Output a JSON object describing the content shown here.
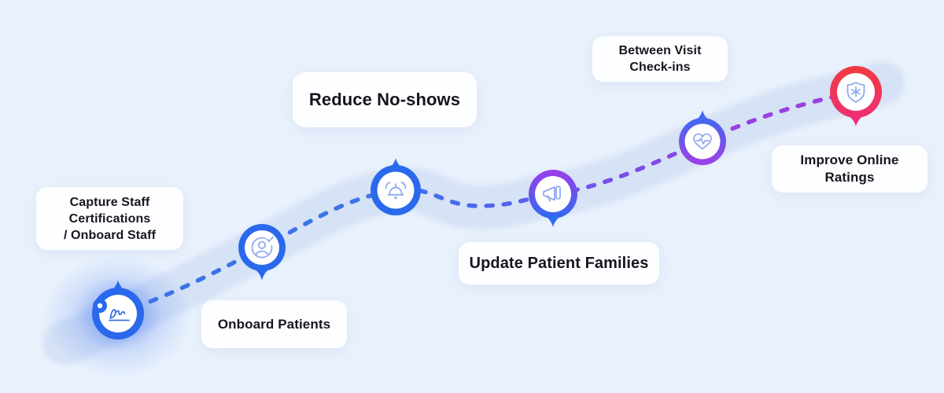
{
  "diagram_type": "patient-journey-roadmap",
  "colors": {
    "background": "#e9f1fc",
    "band": "#c7d6f1",
    "dash_blue": "#3c74e8",
    "dash_mid": "#6558ec",
    "dash_purple": "#9a3fe0",
    "ring_blue": "#2a69ec",
    "ring_purple": "#9c3ee9",
    "ring_blue2": "#2e6bf0",
    "ring_blue3": "#4169f0",
    "ring_purple2": "#a03ee8",
    "ring_red": "#f23a3f",
    "ring_pink": "#ee2e7c",
    "pin_inner": "#ffffff",
    "icon_light": "#92abef",
    "icon_signature": "#3f70e0",
    "glow_blue": "#4a7cf0",
    "card_bg": "#fdfeff",
    "card_text": "#16171d"
  },
  "milestones": [
    {
      "name": "capture-staff-certifications",
      "icon": "signature-icon",
      "lines": [
        "Capture Staff",
        "Certifications",
        "/ Onboard Staff"
      ]
    },
    {
      "name": "onboard-patients",
      "icon": "user-check-icon",
      "label": "Onboard Patients"
    },
    {
      "name": "reduce-no-shows",
      "icon": "bell-icon",
      "label": "Reduce No-shows"
    },
    {
      "name": "update-patient-families",
      "icon": "megaphone-icon",
      "label": "Update Patient Families"
    },
    {
      "name": "between-visit-check-ins",
      "icon": "heart-pulse-icon",
      "lines": [
        "Between Visit",
        "Check-ins"
      ]
    },
    {
      "name": "improve-online-ratings",
      "icon": "shield-star-icon",
      "lines": [
        "Improve Online",
        "Ratings"
      ]
    }
  ]
}
